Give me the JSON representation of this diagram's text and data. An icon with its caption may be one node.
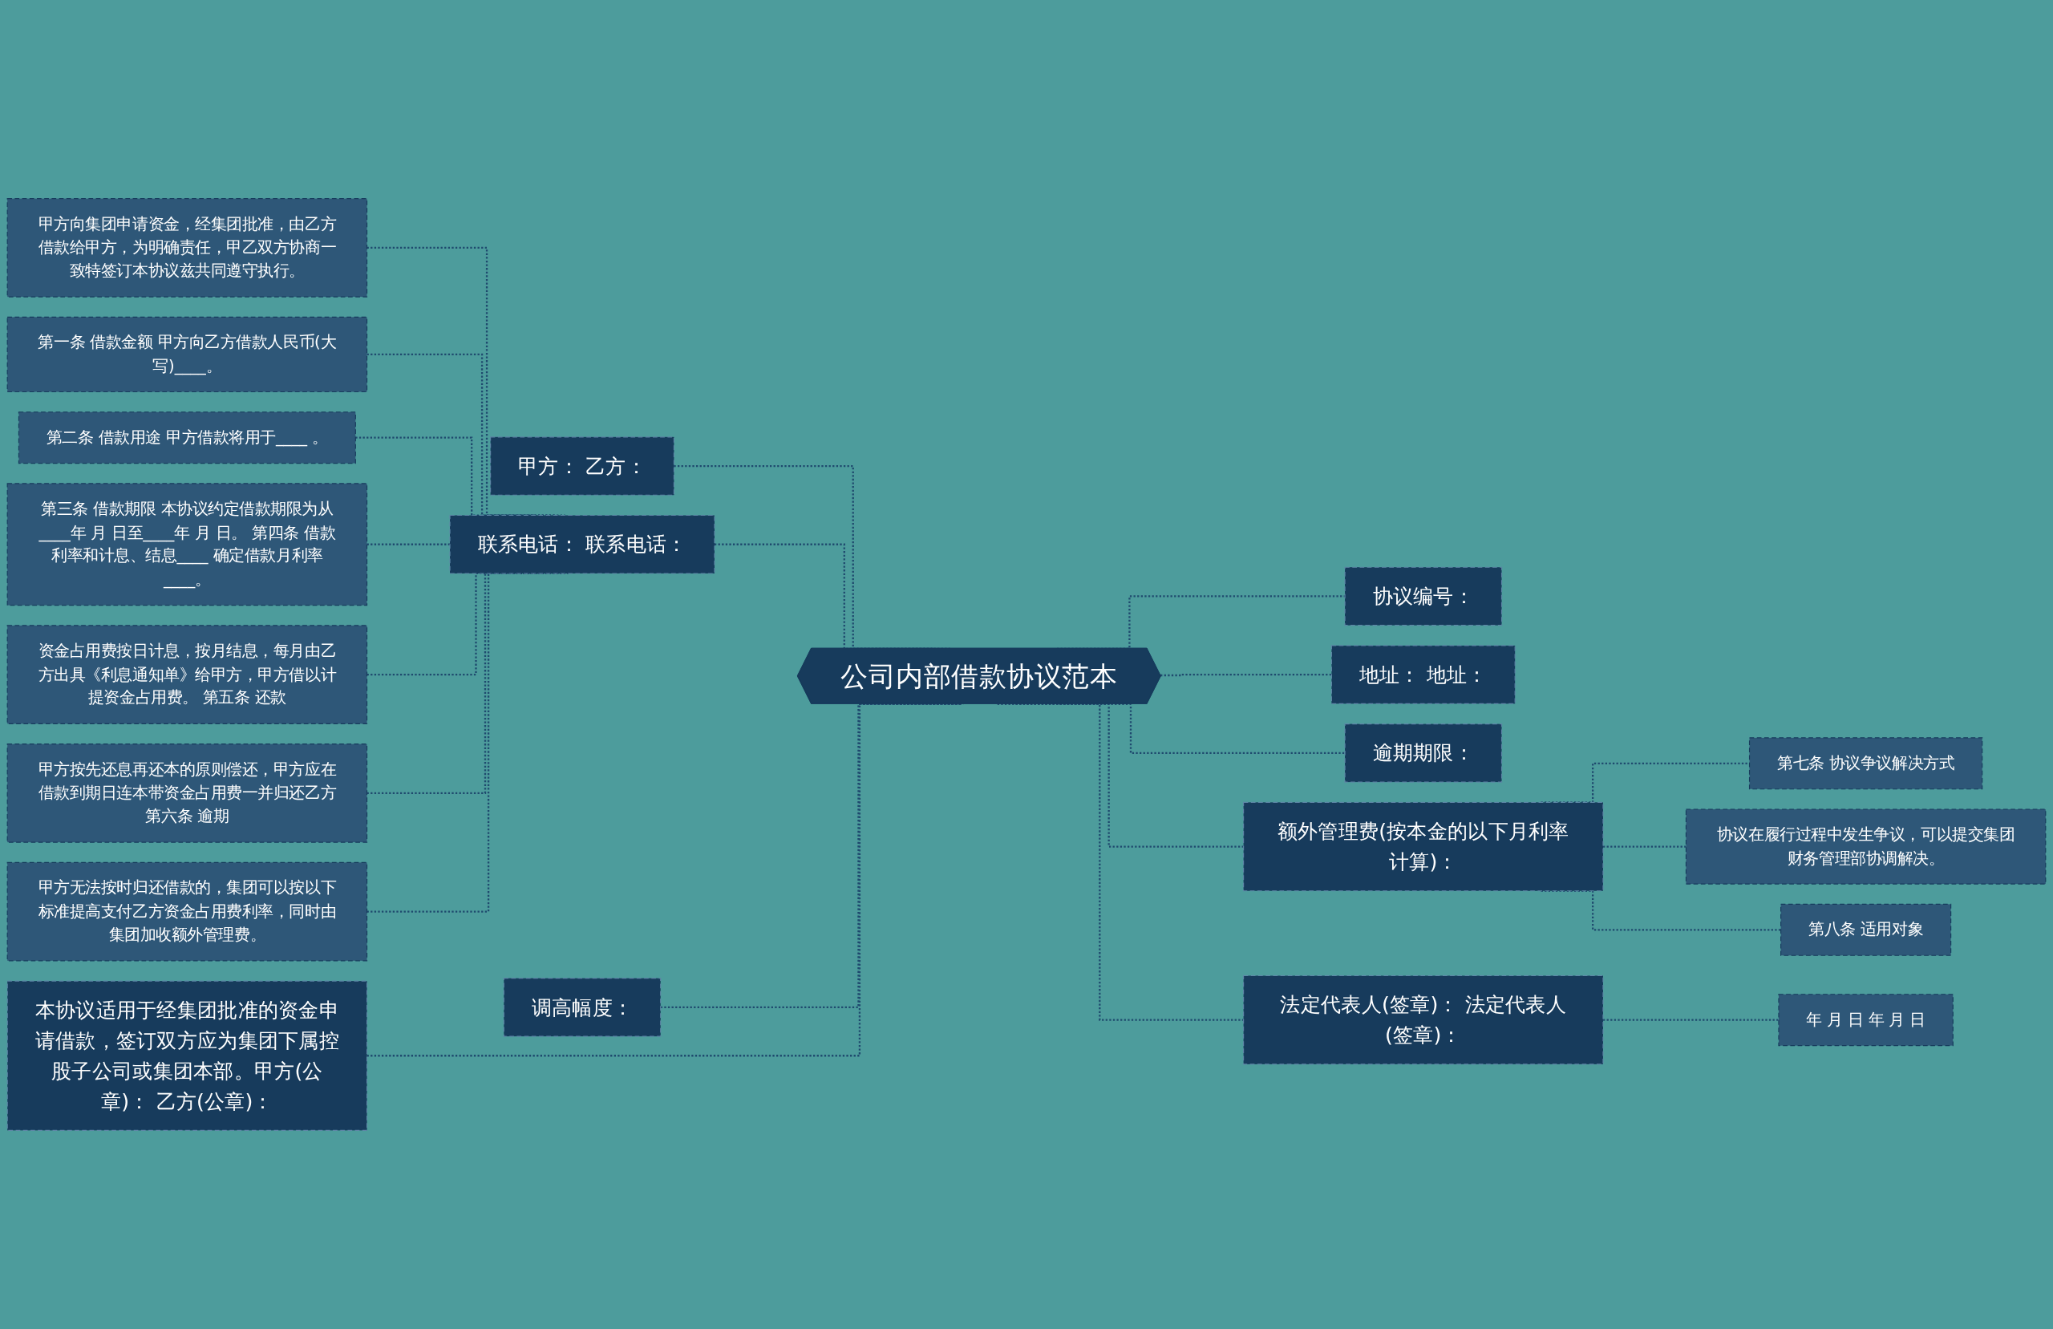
{
  "diagram": {
    "nodes": [
      {
        "text": [
          "公司内部借款协议范本"
        ]
      },
      {
        "text": [
          "甲方： 乙方："
        ]
      },
      {
        "text": [
          "联系电话： 联系电话："
        ]
      },
      {
        "text": [
          "甲方向集团申请资金，经集团批准，由乙方借款给甲方，为明确责任，甲乙双方协商一致特签订本协议兹共同遵守执行。"
        ]
      },
      {
        "text": [
          "第一条 借款金额 甲方向乙方借款人民币(大写)____。"
        ]
      },
      {
        "text": [
          "第二条 借款用途 甲方借款将用于____ 。"
        ]
      },
      {
        "text": [
          "第三条 借款期限 本协议约定借款期限为从____年 月 日至____年 月 日。 第四条 借款利率和计息、结息____ 确定借款月利率____。"
        ]
      },
      {
        "text": [
          "资金占用费按日计息，按月结息，每月由乙方出具《利息通知单》给甲方，甲方借以计提资金占用费。 第五条 还款"
        ]
      },
      {
        "text": [
          "甲方按先还息再还本的原则偿还，甲方应在借款到期日连本带资金占用费一并归还乙方第六条 逾期"
        ]
      },
      {
        "text": [
          "甲方无法按时归还借款的，集团可以按以下标准提高支付乙方资金占用费利率，同时由集团加收额外管理费。"
        ]
      },
      {
        "text": [
          "调高幅度："
        ]
      },
      {
        "text": [
          "本协议适用于经集团批准的资金申请借款，签订双方应为集团下属控股子公司或集团本部。甲方(公章)： 乙方(公章)："
        ]
      },
      {
        "text": [
          "协议编号："
        ]
      },
      {
        "text": [
          "地址： 地址："
        ]
      },
      {
        "text": [
          "逾期期限："
        ]
      },
      {
        "text": [
          "额外管理费(按本金的以下月利率计算)："
        ]
      },
      {
        "text": [
          "第七条 协议争议解决方式"
        ]
      },
      {
        "text": [
          "协议在履行过程中发生争议，可以提交集团财务管理部协调解决。"
        ]
      },
      {
        "text": [
          "第八条 适用对象"
        ]
      },
      {
        "text": [
          "法定代表人(签章)： 法定代表人(签章)："
        ]
      },
      {
        "text": [
          "年 月 日 年 月 日"
        ]
      }
    ],
    "edges": [
      {
        "from": 1,
        "to": 0,
        "arrow": "none",
        "style": "dashed"
      },
      {
        "from": 2,
        "to": 0,
        "arrow": "none",
        "style": "dashed"
      },
      {
        "from": 3,
        "to": 2,
        "arrow": "none",
        "style": "dashed"
      },
      {
        "from": 4,
        "to": 2,
        "arrow": "none",
        "style": "dashed"
      },
      {
        "from": 5,
        "to": 2,
        "arrow": "none",
        "style": "dashed"
      },
      {
        "from": 6,
        "to": 2,
        "arrow": "none",
        "style": "dashed"
      },
      {
        "from": 7,
        "to": 2,
        "arrow": "none",
        "style": "dashed"
      },
      {
        "from": 8,
        "to": 2,
        "arrow": "none",
        "style": "dashed"
      },
      {
        "from": 9,
        "to": 2,
        "arrow": "none",
        "style": "dashed"
      },
      {
        "from": 10,
        "to": 0,
        "arrow": "none",
        "style": "dashed"
      },
      {
        "from": 11,
        "to": 0,
        "arrow": "none",
        "style": "dashed"
      },
      {
        "from": 0,
        "to": 12,
        "arrow": "none",
        "style": "dashed"
      },
      {
        "from": 0,
        "to": 13,
        "arrow": "none",
        "style": "dashed"
      },
      {
        "from": 0,
        "to": 14,
        "arrow": "none",
        "style": "dashed"
      },
      {
        "from": 0,
        "to": 15,
        "arrow": "none",
        "style": "dashed"
      },
      {
        "from": 15,
        "to": 16,
        "arrow": "none",
        "style": "dashed"
      },
      {
        "from": 15,
        "to": 17,
        "arrow": "none",
        "style": "dashed"
      },
      {
        "from": 15,
        "to": 18,
        "arrow": "none",
        "style": "dashed"
      },
      {
        "from": 0,
        "to": 19,
        "arrow": "none",
        "style": "dashed"
      },
      {
        "from": 19,
        "to": 20,
        "arrow": "none",
        "style": "dashed"
      }
    ]
  }
}
